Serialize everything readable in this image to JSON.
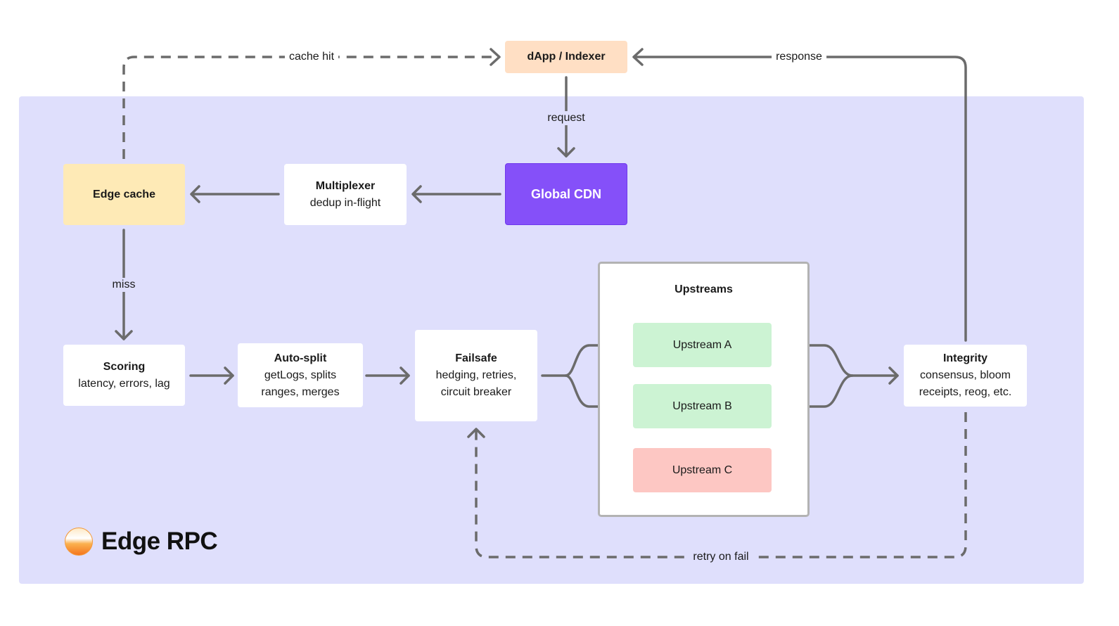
{
  "brand": {
    "name": "Edge RPC",
    "icon": "sun-logo-icon"
  },
  "nodes": {
    "dapp": {
      "title": "dApp / Indexer"
    },
    "cdn": {
      "title": "Global CDN"
    },
    "multiplexer": {
      "title": "Multiplexer",
      "subtitle": "dedup in-flight"
    },
    "edge_cache": {
      "title": "Edge cache"
    },
    "scoring": {
      "title": "Scoring",
      "subtitle": "latency, errors, lag"
    },
    "auto_split": {
      "title": "Auto-split",
      "subtitle_line1": "getLogs, splits",
      "subtitle_line2": "ranges, merges"
    },
    "failsafe": {
      "title": "Failsafe",
      "subtitle_line1": "hedging, retries,",
      "subtitle_line2": "circuit breaker"
    },
    "integrity": {
      "title": "Integrity",
      "subtitle_line1": "consensus, bloom",
      "subtitle_line2": "receipts, reog, etc."
    }
  },
  "upstreams": {
    "title": "Upstreams",
    "items": [
      {
        "label": "Upstream A",
        "status": "healthy"
      },
      {
        "label": "Upstream B",
        "status": "healthy"
      },
      {
        "label": "Upstream C",
        "status": "unhealthy"
      }
    ]
  },
  "edges": {
    "cache_hit": "cache hit",
    "response": "response",
    "request": "request",
    "miss": "miss",
    "retry": "retry on fail"
  },
  "colors": {
    "panel": "#dfdffc",
    "dapp": "#ffdfc4",
    "cdn": "#8550f9",
    "edge_cache": "#feeab6",
    "upstream_healthy": "#ccf3d3",
    "upstream_unhealthy": "#fdc7c3",
    "wire": "#6b6b6b"
  }
}
